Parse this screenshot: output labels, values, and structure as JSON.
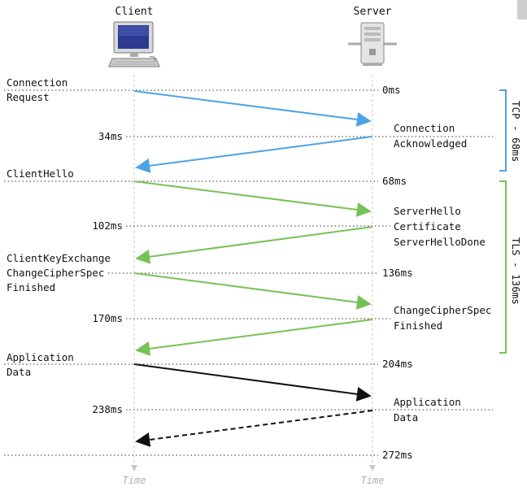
{
  "columns": {
    "client": "Client",
    "server": "Server",
    "axis_footer": "Time"
  },
  "timestamps": [
    "0ms",
    "34ms",
    "68ms",
    "102ms",
    "136ms",
    "170ms",
    "204ms",
    "238ms",
    "272ms"
  ],
  "left_labels": {
    "connection_request": [
      "Connection",
      "Request"
    ],
    "client_hello": [
      "ClientHello"
    ],
    "client_key_exchange": [
      "ClientKeyExchange",
      "ChangeCipherSpec",
      "Finished"
    ],
    "application_data": [
      "Application",
      "Data"
    ]
  },
  "right_labels": {
    "connection_ack": [
      "Connection",
      "Acknowledged"
    ],
    "server_hello": [
      "ServerHello",
      "Certificate",
      "ServerHelloDone"
    ],
    "change_cipher_spec": [
      "ChangeCipherSpec",
      "Finished"
    ],
    "application_data": [
      "Application",
      "Data"
    ]
  },
  "phases": {
    "tcp": "TCP - 68ms",
    "tls": "TLS - 136ms"
  },
  "colors": {
    "tcp": "#4da3e6",
    "tls": "#77c255",
    "data": "#111111",
    "timeline": "#c8c8c8"
  },
  "icons": [
    "client-computer-icon",
    "server-tower-icon"
  ]
}
